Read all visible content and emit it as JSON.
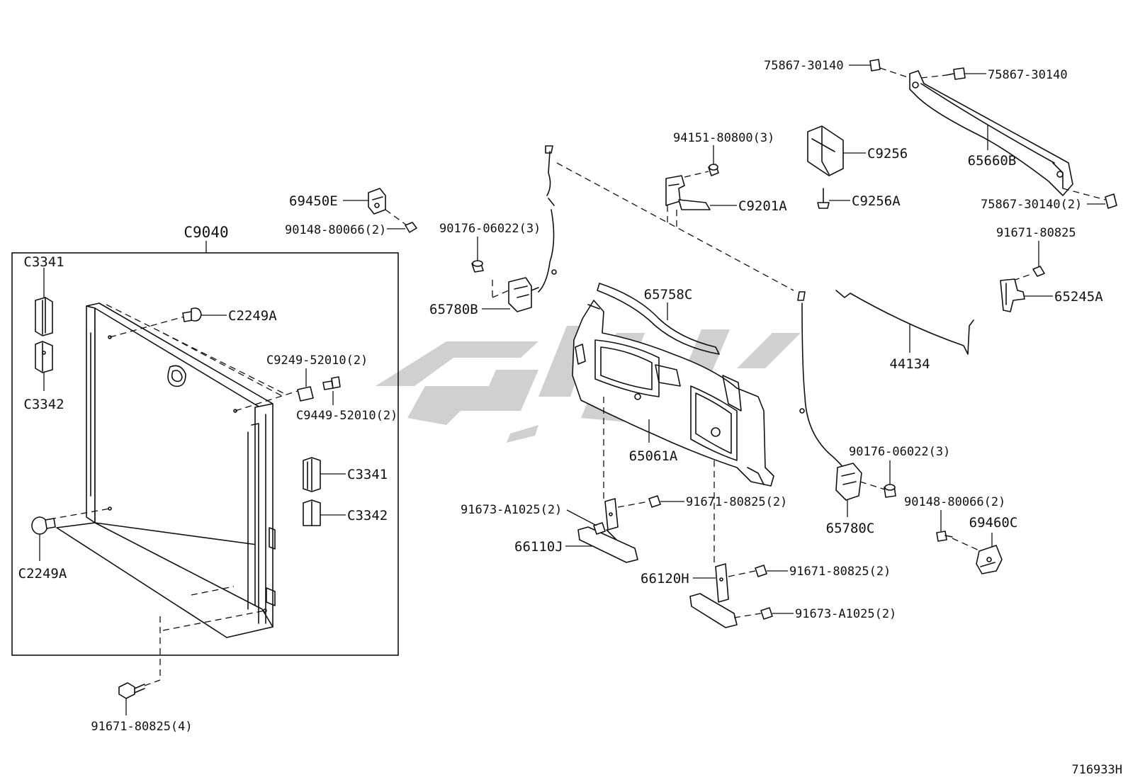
{
  "diagram_id": "716933H",
  "group_label": "C9040",
  "parts": {
    "p_75867_30140_a": "75867-30140",
    "p_75867_30140_b": "75867-30140",
    "p_75867_30140_c": "75867-30140(2)",
    "p_65660B": "65660B",
    "p_C9256": "C9256",
    "p_C9256A": "C9256A",
    "p_94151_80800": "94151-80800(3)",
    "p_C9201A": "C9201A",
    "p_69450E": "69450E",
    "p_90148_80066_a": "90148-80066(2)",
    "p_90176_06022_a": "90176-06022(3)",
    "p_65780B": "65780B",
    "p_65758C": "65758C",
    "p_91671_80825_a": "91671-80825",
    "p_65245A": "65245A",
    "p_44134": "44134",
    "p_C3341_a": "C3341",
    "p_C3342_a": "C3342",
    "p_C2249A_a": "C2249A",
    "p_C9249_52010": "C9249-52010(2)",
    "p_C9449_52010": "C9449-52010(2)",
    "p_C3341_b": "C3341",
    "p_C3342_b": "C3342",
    "p_C2249A_b": "C2249A",
    "p_91671_80825_b": "91671-80825(4)",
    "p_65061A": "65061A",
    "p_90176_06022_b": "90176-06022(3)",
    "p_90148_80066_b": "90148-80066(2)",
    "p_69460C": "69460C",
    "p_65780C": "65780C",
    "p_91673_A1025_a": "91673-A1025(2)",
    "p_91671_80825_c": "91671-80825(2)",
    "p_66110J": "66110J",
    "p_66120H": "66120H",
    "p_91671_80825_d": "91671-80825(2)",
    "p_91673_A1025_b": "91673-A1025(2)"
  }
}
